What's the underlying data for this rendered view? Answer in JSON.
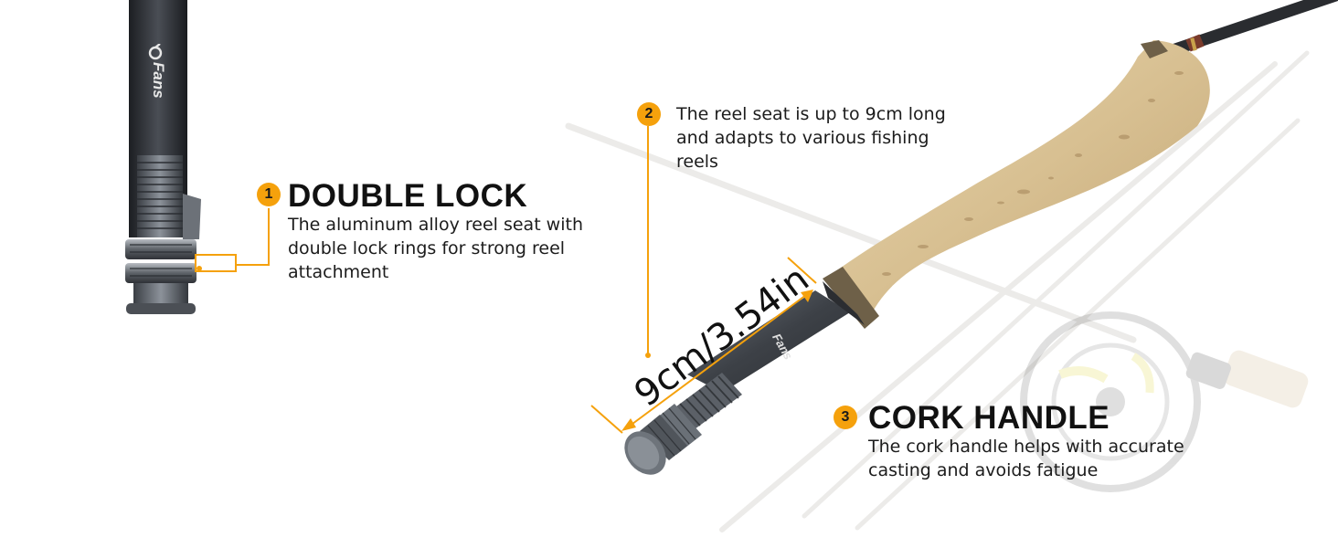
{
  "brand": {
    "logo_text": "Fans"
  },
  "features": [
    {
      "number": "1",
      "title": "DOUBLE LOCK",
      "description_lines": [
        "The aluminum alloy reel seat with",
        "double lock rings for strong reel",
        "attachment"
      ]
    },
    {
      "number": "2",
      "title": "",
      "description_lines": [
        "The reel seat is up to 9cm long",
        "and adapts to various fishing",
        "reels"
      ]
    },
    {
      "number": "3",
      "title": "CORK HANDLE",
      "description_lines": [
        "The cork handle helps with accurate",
        "casting and avoids fatigue"
      ]
    }
  ],
  "measurement": {
    "label": "9cm/3.54in"
  },
  "colors": {
    "accent": "#f5a10c",
    "rod_dark": "#2f3237",
    "reel_seat": "#5a5f66",
    "cork": "#dcc79b",
    "text": "#111111"
  }
}
